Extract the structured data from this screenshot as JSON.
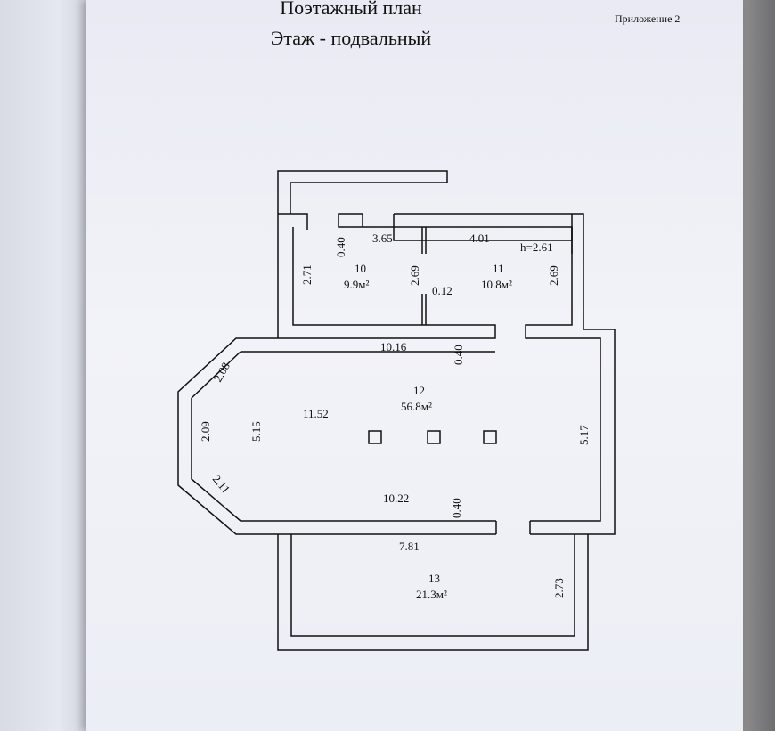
{
  "header": {
    "title": "Поэтажный план",
    "subtitle": "Этаж  - подвальный",
    "appendix": "Приложение 2"
  },
  "plan": {
    "height_label": "h=2.61",
    "rooms": [
      {
        "number": "10",
        "area": "9.9м²"
      },
      {
        "number": "11",
        "area": "10.8м²"
      },
      {
        "number": "12",
        "area": "56.8м²"
      },
      {
        "number": "13",
        "area": "21.3м²"
      }
    ],
    "dimensions": {
      "d_040_top": "0.40",
      "d_365": "3.65",
      "d_401": "4.01",
      "d_271": "2.71",
      "d_269_left": "2.69",
      "d_269_right": "2.69",
      "d_012": "0.12",
      "d_1016": "10.16",
      "d_040_mid": "0.40",
      "d_208": "2.08",
      "d_209": "2.09",
      "d_515": "5.15",
      "d_1152": "11.52",
      "d_517": "5.17",
      "d_211": "2.11",
      "d_1022": "10.22",
      "d_040_bot": "0.40",
      "d_781": "7.81",
      "d_273": "2.73"
    }
  }
}
